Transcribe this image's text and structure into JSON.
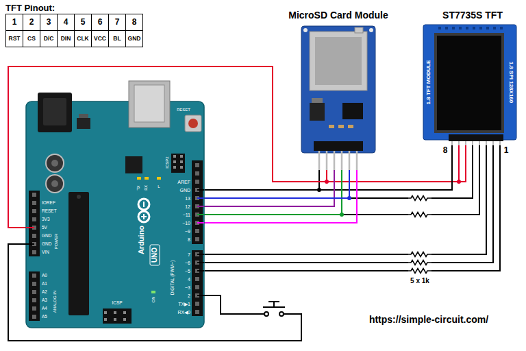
{
  "diagram": {
    "nodes": [
      {
        "text": [
          "Arduino",
          "UNO"
        ]
      },
      {
        "text": [
          "MicroSD Card Module"
        ]
      },
      {
        "text": [
          "ST7735S TFT",
          "1.8 TFT MODULE",
          "1.8 SPI 128X160"
        ]
      }
    ],
    "edges": [
      {
        "from": 0,
        "to": 1,
        "arrow": "none"
      },
      {
        "from": 0,
        "to": 1,
        "arrow": "none"
      },
      {
        "from": 0,
        "to": 1,
        "arrow": "none"
      },
      {
        "from": 0,
        "to": 1,
        "arrow": "none"
      },
      {
        "from": 0,
        "to": 1,
        "arrow": "none"
      },
      {
        "from": 0,
        "to": 1,
        "arrow": "none"
      },
      {
        "from": 0,
        "to": 2,
        "arrow": "none"
      },
      {
        "from": 0,
        "to": 2,
        "arrow": "none"
      },
      {
        "from": 0,
        "to": 2,
        "arrow": "none"
      },
      {
        "from": 0,
        "to": 2,
        "arrow": "none"
      },
      {
        "from": 0,
        "to": 2,
        "arrow": "none"
      },
      {
        "from": 0,
        "to": 2,
        "arrow": "none"
      },
      {
        "from": 0,
        "to": 2,
        "arrow": "none"
      },
      {
        "from": 0,
        "to": 2,
        "arrow": "none"
      }
    ],
    "labels": [
      "TFT Pinout:",
      "1",
      "2",
      "3",
      "4",
      "5",
      "6",
      "7",
      "8",
      "RST",
      "CS",
      "D/C",
      "DIN",
      "CLK",
      "VCC",
      "BL",
      "GND",
      "RESET",
      "ICSP2",
      "TX",
      "RX",
      "L",
      "AREF",
      "GND",
      "13",
      "12",
      "~11",
      "~10",
      "~9",
      "8",
      "7",
      "~6",
      "~5",
      "4",
      "~3",
      "2",
      "TX▶1",
      "RX◀0",
      "DIGITAL (PWM~)",
      "IOREF",
      "RESET",
      "3V3",
      "5V",
      "GND",
      "GND",
      "VIN",
      "POWER",
      "A0",
      "A1",
      "A2",
      "A3",
      "A4",
      "A5",
      "ANALOG IN",
      "ICSP",
      "ON",
      "8",
      "1",
      "5 x 1k",
      "https://simple-circuit.com/"
    ]
  }
}
